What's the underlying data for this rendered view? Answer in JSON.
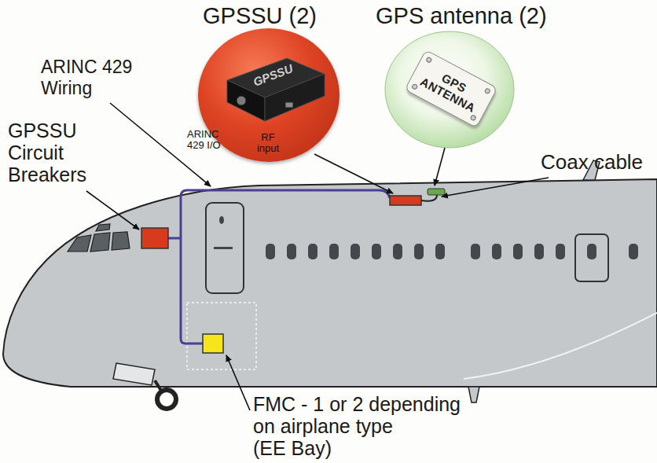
{
  "diagram": {
    "nodes": [
      {
        "text": [
          "ARINC 429 I/O",
          "RF input"
        ]
      },
      {
        "text": [
          "GPSSU"
        ],
        "in": 0
      },
      {
        "text": [
          "GPS ANTENNA"
        ]
      }
    ],
    "labels": [
      "GPSSU (2)",
      "GPS antenna (2)",
      "ARINC 429 Wiring",
      "GPSSU Circuit Breakers",
      "Coax cable",
      "FMC - 1 or 2 depending on airplane type (EE Bay)"
    ]
  }
}
